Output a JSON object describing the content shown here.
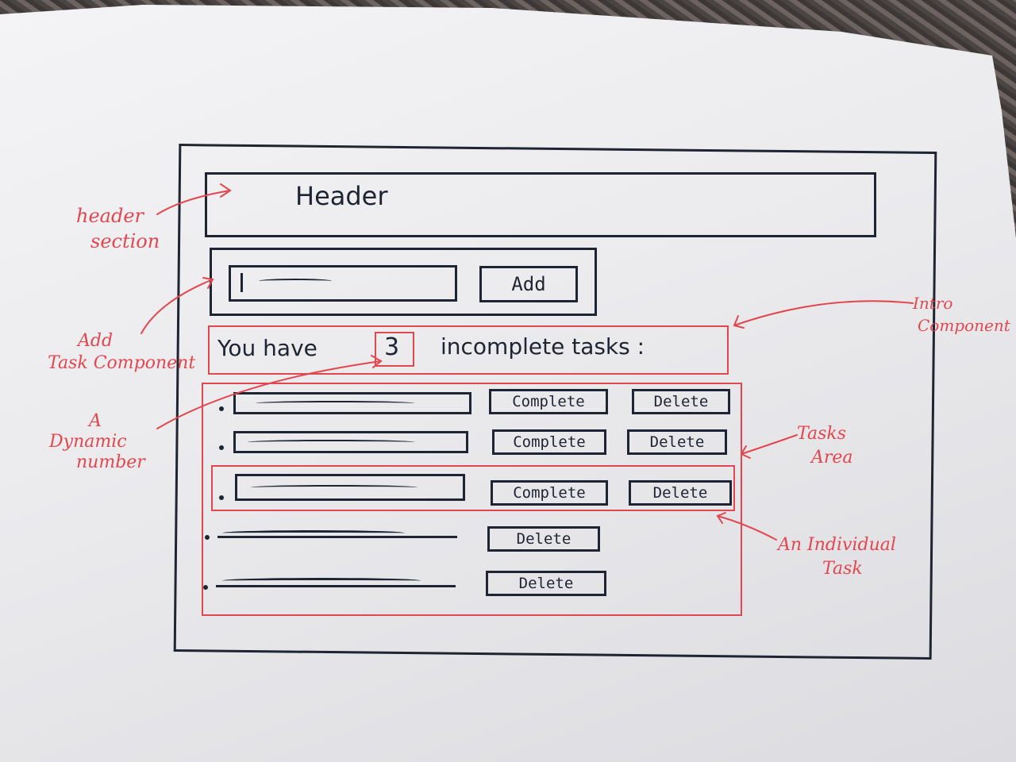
{
  "wireframe": {
    "header": {
      "label": "Header"
    },
    "add_task": {
      "input_value": "",
      "add_label": "Add"
    },
    "intro": {
      "prefix": "You have",
      "count": "3",
      "suffix": "incomplete tasks :"
    },
    "tasks": [
      {
        "status": "incomplete",
        "complete_label": "Complete",
        "delete_label": "Delete"
      },
      {
        "status": "incomplete",
        "complete_label": "Complete",
        "delete_label": "Delete"
      },
      {
        "status": "incomplete",
        "complete_label": "Complete",
        "delete_label": "Delete"
      },
      {
        "status": "completed",
        "delete_label": "Delete"
      },
      {
        "status": "completed",
        "delete_label": "Delete"
      }
    ]
  },
  "annotations": {
    "header_section": [
      "header",
      "section"
    ],
    "add_task_component": [
      "Add",
      "Task Component"
    ],
    "dynamic_number": [
      "A",
      "Dynamic",
      "number"
    ],
    "intro_component": [
      "Intro",
      "Component"
    ],
    "tasks_area": [
      "Tasks",
      "Area"
    ],
    "individual_task": [
      "An Individual",
      "Task"
    ]
  },
  "colors": {
    "ink": "#1f2432",
    "annotation": "#e2474f",
    "paper": "#eeeef1"
  }
}
